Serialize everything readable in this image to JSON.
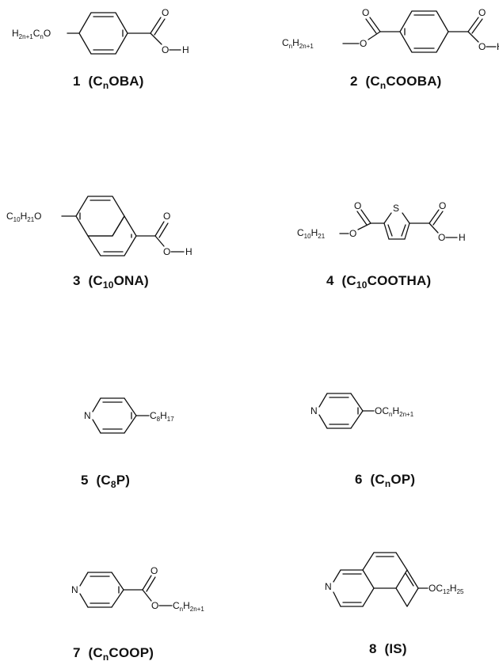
{
  "compounds": [
    {
      "number": "1",
      "name": {
        "a": "C",
        "sub": "n",
        "b": "OBA"
      },
      "substituent": {
        "a": "H",
        "s1": "2n+1",
        "b": "C",
        "s2": "n",
        "c": "O"
      }
    },
    {
      "number": "2",
      "name": {
        "a": "C",
        "sub": "n",
        "b": "COOBA"
      },
      "substituent": {
        "a": "C",
        "s1": "n",
        "b": "H",
        "s2": "2n+1"
      }
    },
    {
      "number": "3",
      "name": {
        "a": "C",
        "sub": "10",
        "b": "ONA"
      },
      "substituent": {
        "a": "C",
        "s1": "10",
        "b": "H",
        "s2": "21",
        "c": "O"
      }
    },
    {
      "number": "4",
      "name": {
        "a": "C",
        "sub": "10",
        "b": "COOTHA"
      },
      "substituent": {
        "a": "C",
        "s1": "10",
        "b": "H",
        "s2": "21"
      }
    },
    {
      "number": "5",
      "name": {
        "a": "C",
        "sub": "8",
        "b": "P"
      },
      "substituent": {
        "a": "C",
        "s1": "8",
        "b": "H",
        "s2": "17"
      }
    },
    {
      "number": "6",
      "name": {
        "a": "C",
        "sub": "n",
        "b": "OP"
      },
      "substituent": {
        "a": "OC",
        "s1": "n",
        "b": "H",
        "s2": "2n+1"
      }
    },
    {
      "number": "7",
      "name": {
        "a": "C",
        "sub": "n",
        "b": "COOP"
      },
      "substituent": {
        "a": "C",
        "s1": "n",
        "b": "H",
        "s2": "2n+1"
      }
    },
    {
      "number": "8",
      "name": {
        "a": "",
        "sub": "",
        "b": "IS"
      },
      "substituent": {
        "a": "OC",
        "s1": "12",
        "b": "H",
        "s2": "25"
      }
    }
  ],
  "atoms": {
    "oxygen": "O",
    "hydrogen": "H",
    "carbon": "C",
    "nitrogen": "N",
    "sulfur": "S"
  }
}
